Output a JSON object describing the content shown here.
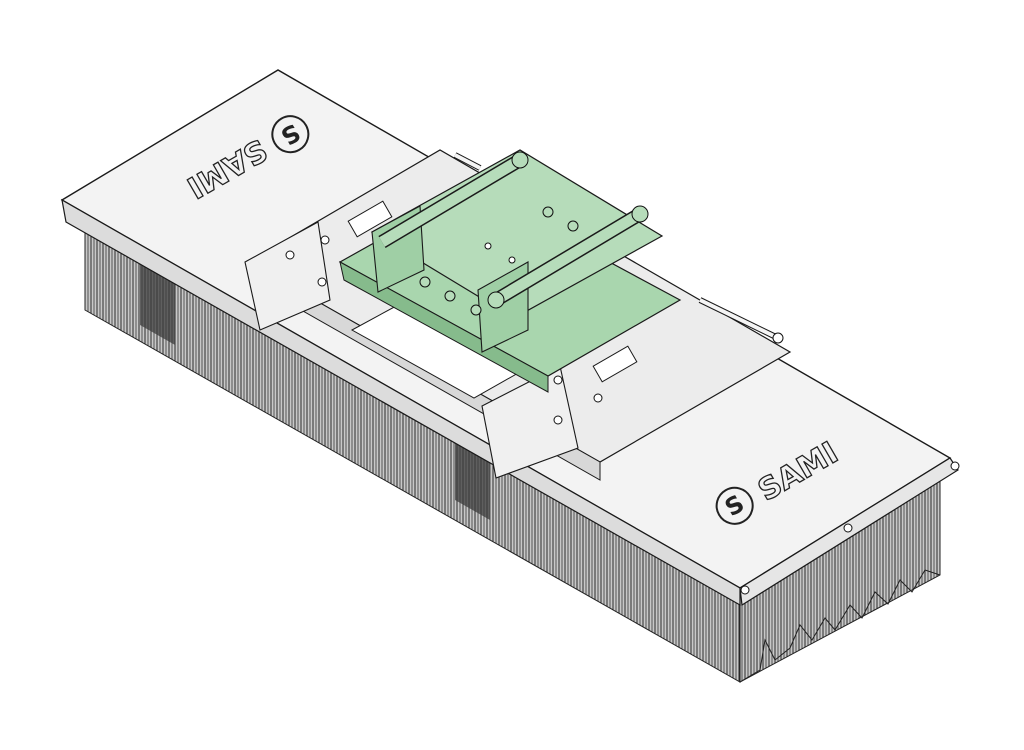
{
  "logos": {
    "top_text": "SAMI",
    "bottom_text": "SAMI",
    "top_mark": "S",
    "bottom_mark": "S"
  },
  "colors": {
    "background": "#ffffff",
    "outline": "#1a1a1a",
    "hood": "#f1f1f1",
    "hood_side": "#e2e2e2",
    "mount_green": "#a9d6ae",
    "mount_green_dark": "#86bb8c",
    "bristle_light": "#8a8a8a",
    "bristle_dark": "#3a3a3a"
  },
  "icons": {
    "bolt": "hex-bolt-icon",
    "pin": "pin-icon"
  }
}
